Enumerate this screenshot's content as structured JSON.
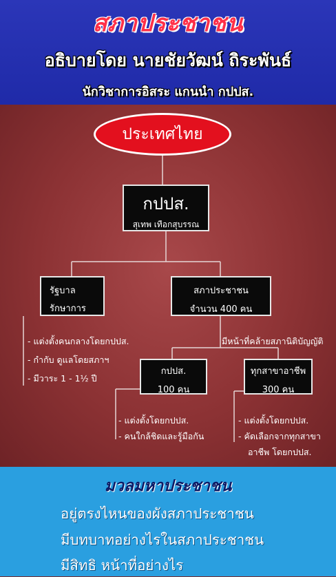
{
  "header": {
    "title": "สภาประชาชน",
    "explained_by": "อธิบายโดย นายชัยวัฒน์ ถิระพันธ์",
    "affiliation": "นักวิชาการอิสระ แกนนำ กปปส."
  },
  "chart": {
    "root": "ประเทศไทย",
    "main_box": {
      "title": "กปปส.",
      "subtitle": "สุเทพ เทือกสุบรรณ"
    },
    "government_box": {
      "line1": "รัฐบาล",
      "line2": "รักษาการ"
    },
    "council_box": {
      "line1": "สภาประชาชน",
      "line2": "จำนวน 400 คน"
    },
    "government_notes": [
      "- แต่งตั้งคนกลางโดยกปปส.",
      "- กำกับ ดูแลโดยสภาฯ",
      "- มีวาระ 1 - 1½ ปี"
    ],
    "council_note": "มีหน้าที่คล้ายสภานิติบัญญัติ",
    "np_box": {
      "line1": "กปปส.",
      "line2": "100 คน"
    },
    "prof_box": {
      "line1": "ทุกสาขาอาชีพ",
      "line2": "300 คน"
    },
    "np_notes": [
      "- แต่งตั้งโดยกปปส.",
      "- คนใกล้ชิดและรู้มือกัน"
    ],
    "prof_notes": [
      "- แต่งตั้งโดยกปปส.",
      "- คัดเลือกจากทุกสาขา",
      "อาชีพ โดยกปปส."
    ]
  },
  "footer": {
    "title": "มวลมหาประชาชน",
    "lines": [
      "อยู่ตรงไหนของผังสภาประชาชน",
      "มีบทบาทอย่างไรในสภาประชาชน",
      "มีสิทธิ หน้าที่อย่างไร"
    ]
  },
  "colors": {
    "header_bg": "#2b36b8",
    "body_bg": "#8c3234",
    "ellipse": "#e3101e",
    "footer_bg": "#2a9fe0",
    "title_red": "#ff3048"
  }
}
